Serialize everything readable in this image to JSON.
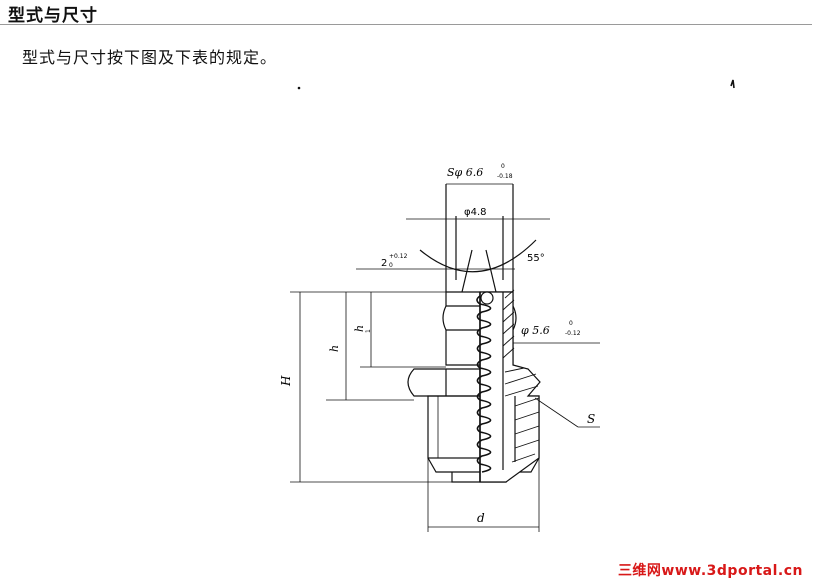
{
  "header": {
    "title": "型式与尺寸"
  },
  "intro": {
    "text": "型式与尺寸按下图及下表的规定。"
  },
  "labels": {
    "s_phi": "Sφ 6.6",
    "s_phi_tol": "-0.18",
    "phi48": "φ4.8",
    "angle55": "55°",
    "two": "2",
    "two_tol": "+0.12",
    "phi56": "φ 5.6",
    "phi56_tol": "-0.12",
    "zero": "0",
    "H": "H",
    "h": "h",
    "h1": "h",
    "h1_sub": "1",
    "S": "S",
    "d": "d"
  },
  "watermark": {
    "text": "三维网www.3dportal.cn"
  },
  "colors": {
    "line": "#111111",
    "watermark": "#d81818"
  }
}
